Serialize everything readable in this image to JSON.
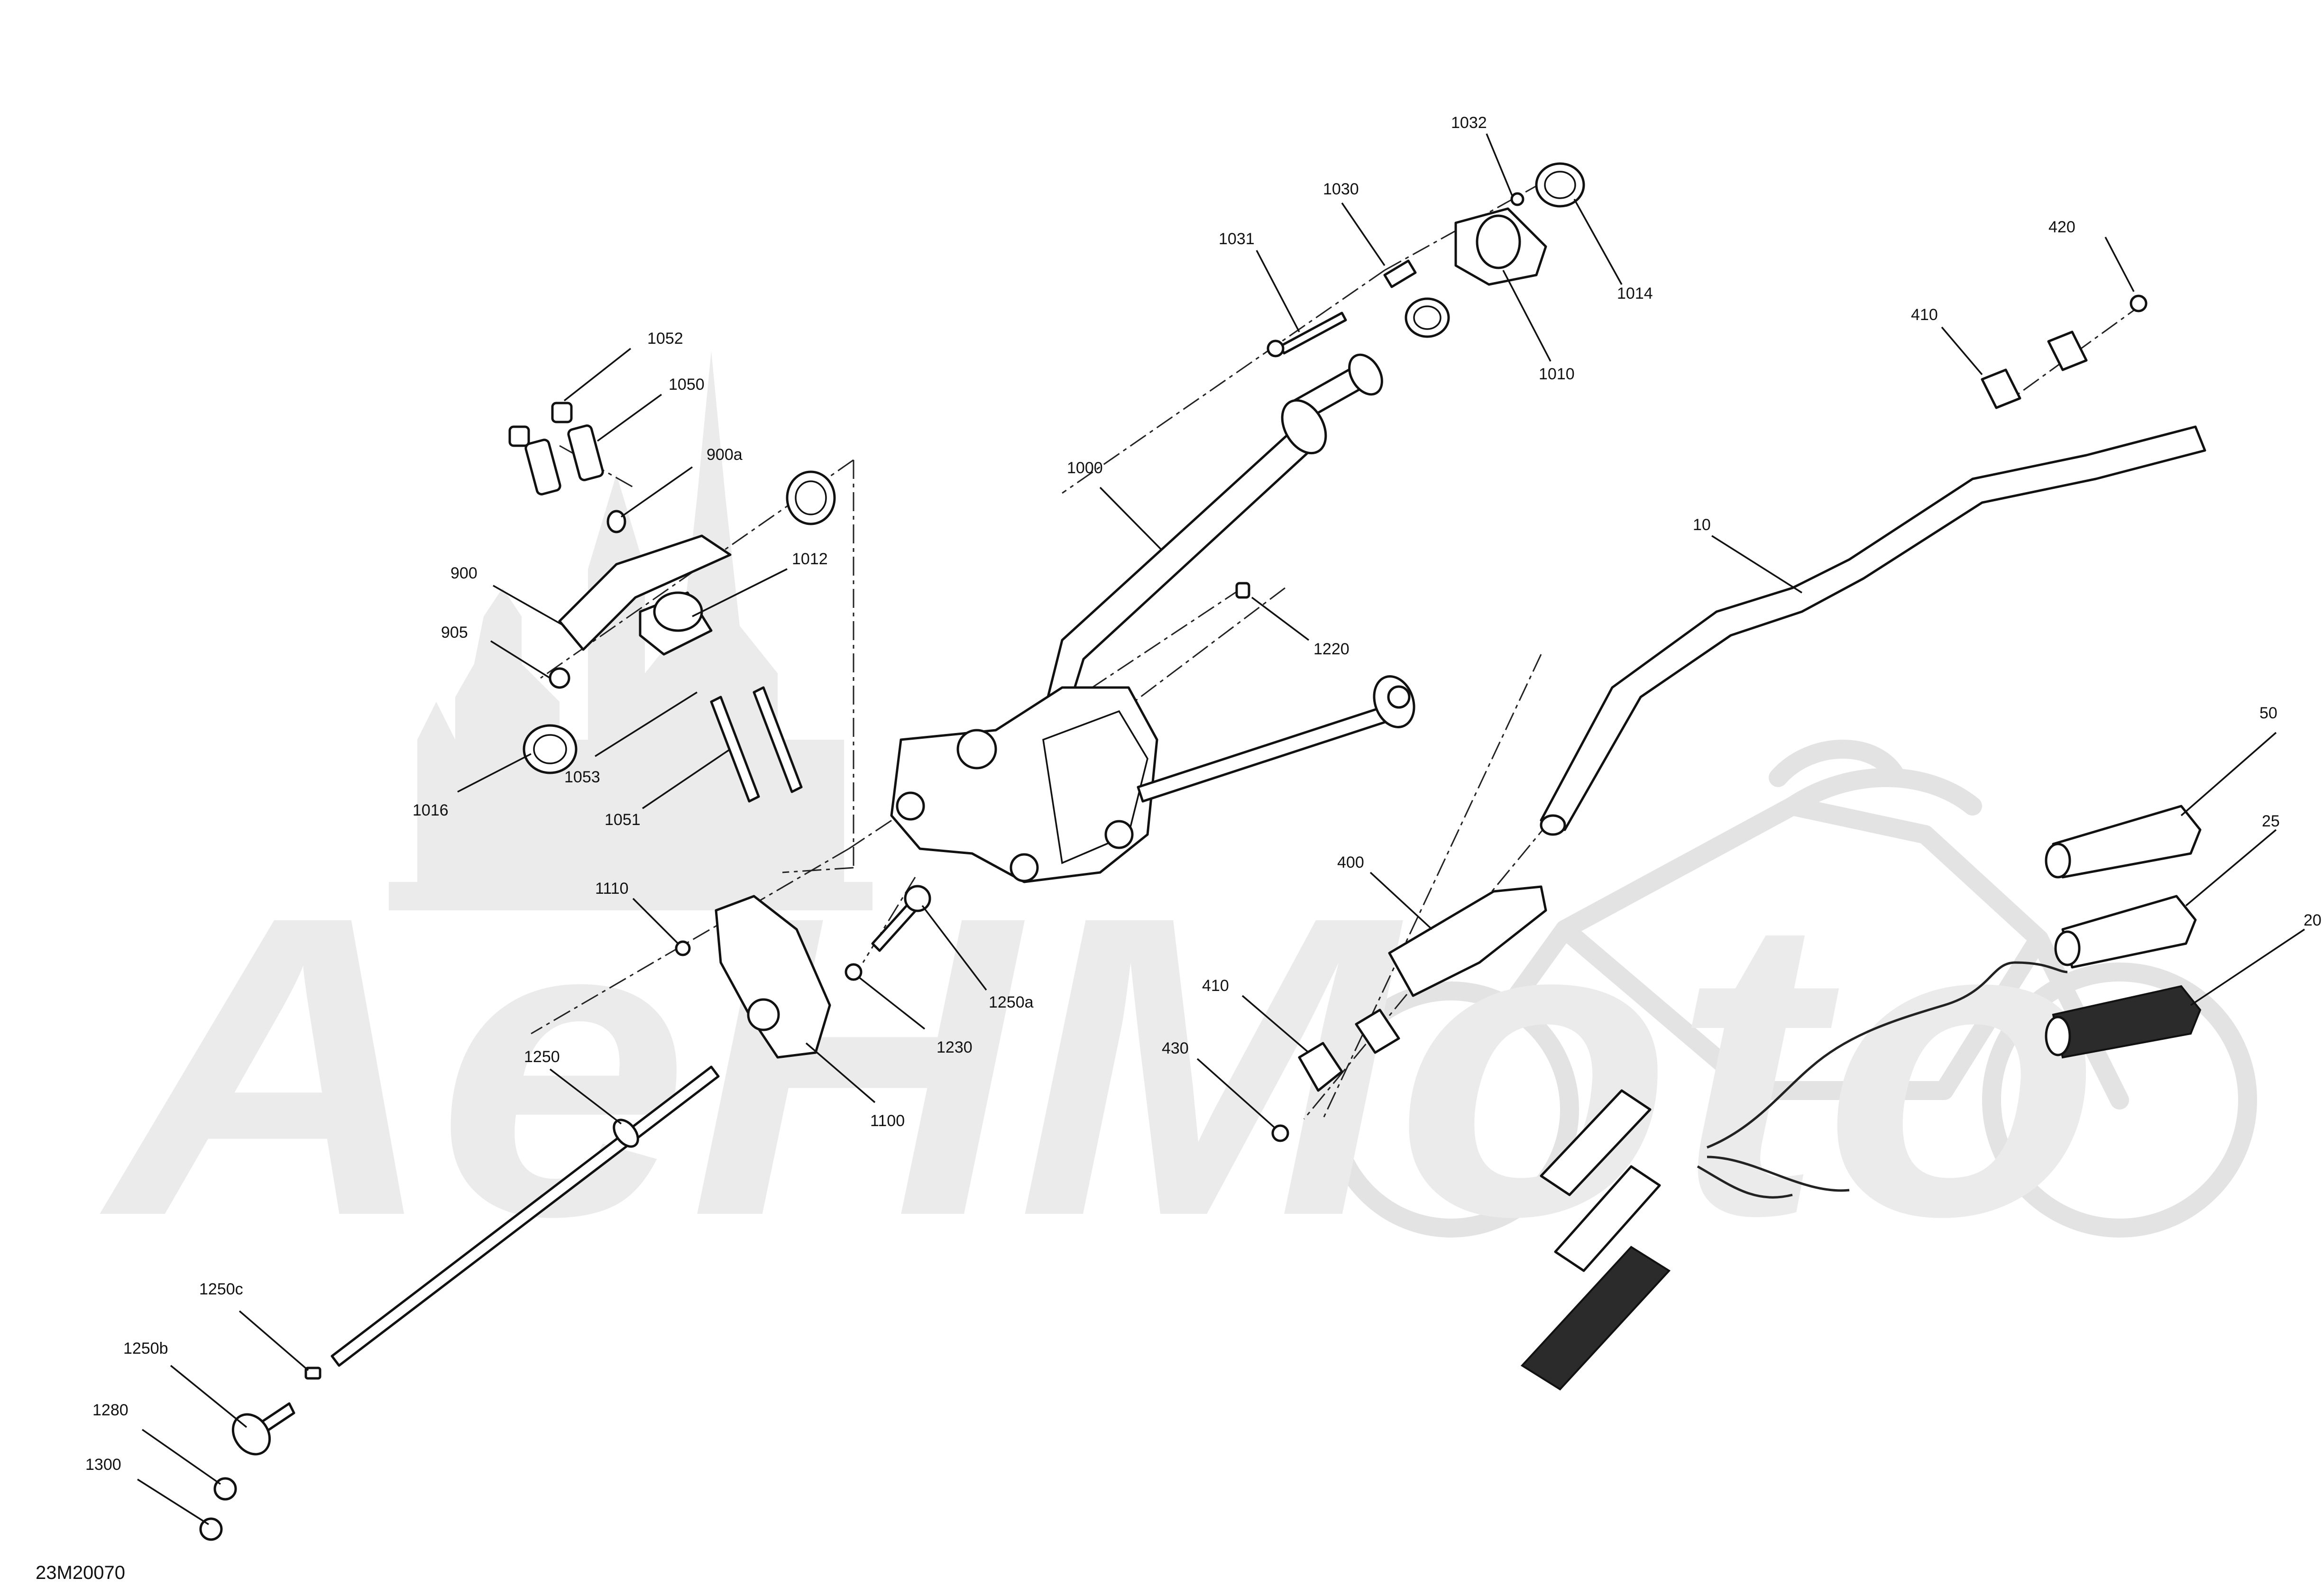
{
  "diagram_id": "23M20070",
  "watermark": {
    "text": "AeHMoto",
    "color": "#ebebeb"
  },
  "line_color": "#111111",
  "callouts": [
    {
      "id": "1032",
      "label": "1032"
    },
    {
      "id": "1030",
      "label": "1030"
    },
    {
      "id": "1031",
      "label": "1031"
    },
    {
      "id": "1014",
      "label": "1014"
    },
    {
      "id": "1010",
      "label": "1010"
    },
    {
      "id": "420",
      "label": "420"
    },
    {
      "id": "410-top",
      "label": "410"
    },
    {
      "id": "1052",
      "label": "1052"
    },
    {
      "id": "1050",
      "label": "1050"
    },
    {
      "id": "900a",
      "label": "900a"
    },
    {
      "id": "1000",
      "label": "1000"
    },
    {
      "id": "900",
      "label": "900"
    },
    {
      "id": "1012",
      "label": "1012"
    },
    {
      "id": "10",
      "label": "10"
    },
    {
      "id": "905",
      "label": "905"
    },
    {
      "id": "1220",
      "label": "1220"
    },
    {
      "id": "1016",
      "label": "1016"
    },
    {
      "id": "1053",
      "label": "1053"
    },
    {
      "id": "1051",
      "label": "1051"
    },
    {
      "id": "50",
      "label": "50"
    },
    {
      "id": "25",
      "label": "25"
    },
    {
      "id": "400",
      "label": "400"
    },
    {
      "id": "1110",
      "label": "1110"
    },
    {
      "id": "20",
      "label": "20"
    },
    {
      "id": "1250a",
      "label": "1250a"
    },
    {
      "id": "410-bottom",
      "label": "410"
    },
    {
      "id": "1230",
      "label": "1230"
    },
    {
      "id": "430",
      "label": "430"
    },
    {
      "id": "1250",
      "label": "1250"
    },
    {
      "id": "1100",
      "label": "1100"
    },
    {
      "id": "1250c",
      "label": "1250c"
    },
    {
      "id": "1250b",
      "label": "1250b"
    },
    {
      "id": "1280",
      "label": "1280"
    },
    {
      "id": "1300",
      "label": "1300"
    }
  ]
}
